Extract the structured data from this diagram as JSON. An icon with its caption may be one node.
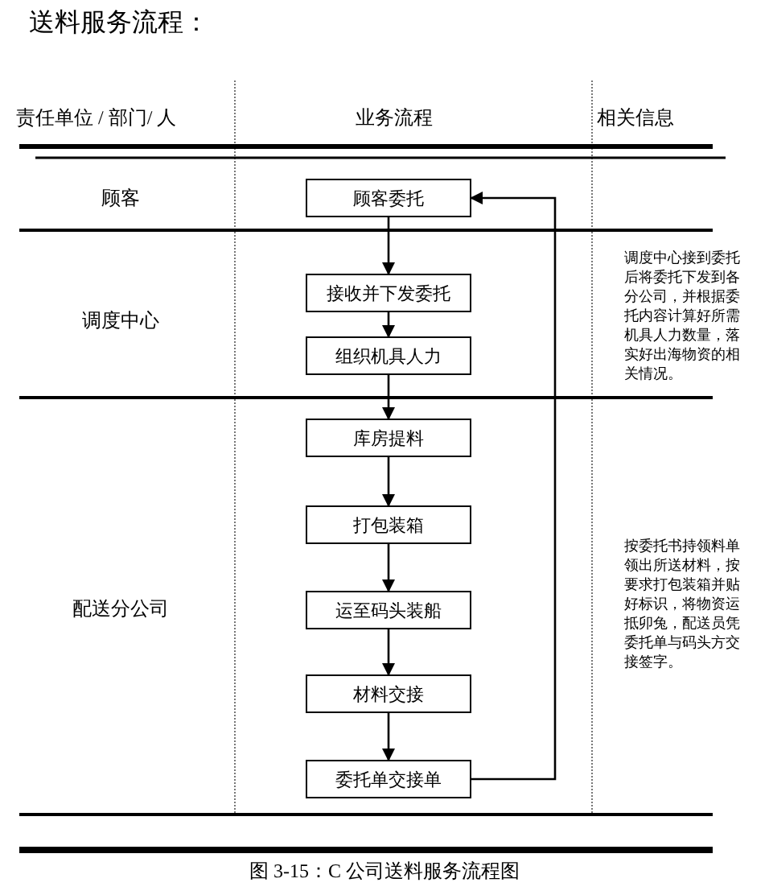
{
  "diagram": {
    "title": "送料服务流程：",
    "caption": "图 3-15：C 公司送料服务流程图",
    "nodes": [
      {
        "text": [
          "顾客委托"
        ]
      },
      {
        "text": [
          "接收并下发委托"
        ]
      },
      {
        "text": [
          "组织机具人力"
        ]
      },
      {
        "text": [
          "库房提料"
        ]
      },
      {
        "text": [
          "打包装箱"
        ]
      },
      {
        "text": [
          "运至码头装船"
        ]
      },
      {
        "text": [
          "材料交接"
        ]
      },
      {
        "text": [
          "委托单交接单"
        ]
      }
    ],
    "edges": [
      {
        "from": 0,
        "to": 1,
        "arrow": "to"
      },
      {
        "from": 1,
        "to": 2,
        "arrow": "to"
      },
      {
        "from": 2,
        "to": 3,
        "arrow": "to"
      },
      {
        "from": 3,
        "to": 4,
        "arrow": "to"
      },
      {
        "from": 4,
        "to": 5,
        "arrow": "to"
      },
      {
        "from": 5,
        "to": 6,
        "arrow": "to"
      },
      {
        "from": 6,
        "to": 7,
        "arrow": "to"
      },
      {
        "from": 7,
        "to": 0,
        "arrow": "to"
      }
    ],
    "labels": [
      "责任单位 / 部门/ 人",
      "业务流程",
      "相关信息",
      "顾客",
      "调度中心接到委托后将委托下发到各分公司，并根据委托内容计算好所需机具人力数量，落实好出海物资的相关情况。",
      "调度中心",
      "按委托书持领料单领出所送材料，按要求打包装箱并贴好标识，将物资运抵卯兔，配送员凭委托单与码头方交接签字。",
      "配送分公司"
    ]
  }
}
